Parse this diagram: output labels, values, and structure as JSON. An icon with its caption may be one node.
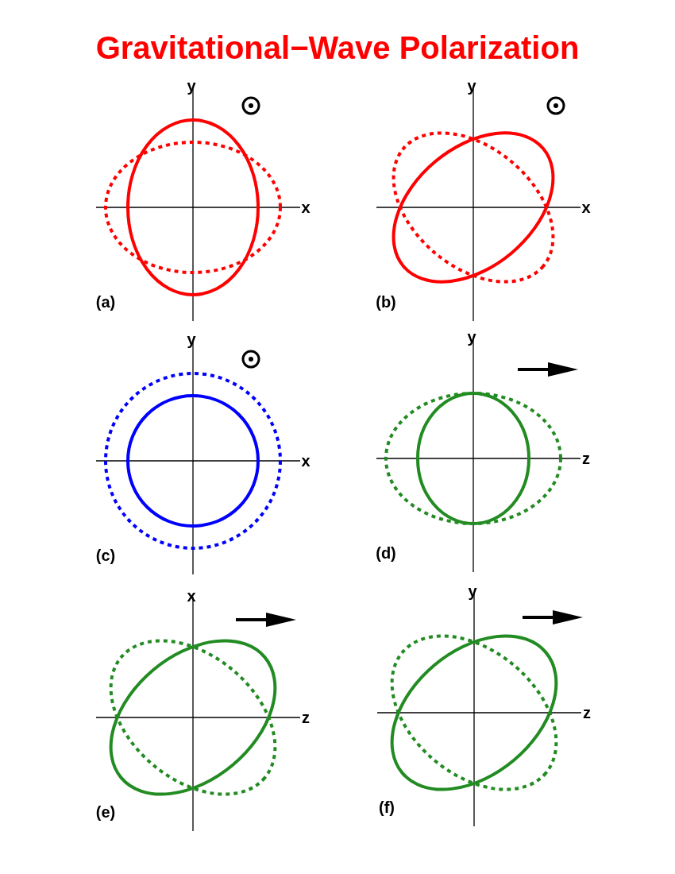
{
  "diagram": {
    "title": "Gravitational−Wave Polarization",
    "labels": [
      "y",
      "x",
      "(a)",
      "y",
      "x",
      "(b)",
      "y",
      "x",
      "(c)",
      "y",
      "z",
      "(d)",
      "x",
      "z",
      "(e)",
      "y",
      "z",
      "(f)"
    ]
  }
}
